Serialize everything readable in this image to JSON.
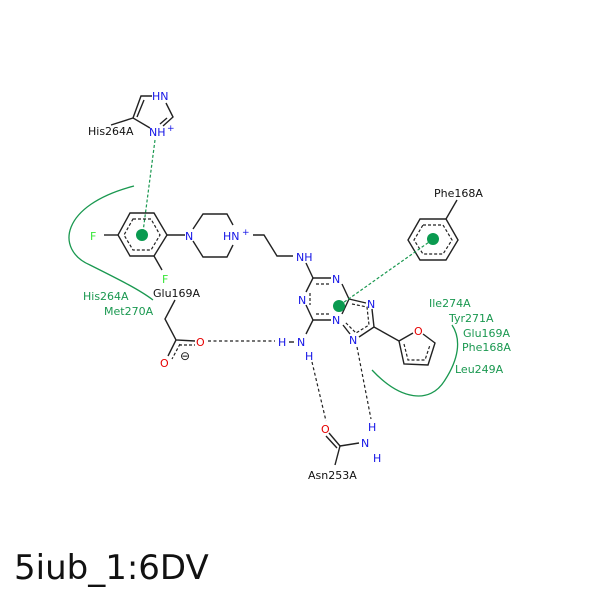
{
  "title": "5iub_1:6DV",
  "residues": {
    "his264_top": "His264A",
    "phe168_top": "Phe168A",
    "glu169": "Glu169A",
    "asn253": "Asn253A"
  },
  "hydrophobic_left": [
    "His264A",
    "Met270A"
  ],
  "hydrophobic_right": [
    "Ile274A",
    "Tyr271A",
    "Glu169A",
    "Phe168A",
    "Leu249A"
  ],
  "atoms": {
    "hn": "HN",
    "nh_plus": "NH",
    "plus": "+",
    "f": "F",
    "n": "N",
    "hn_plus": "HN",
    "nh": "NH",
    "h": "H",
    "o": "O",
    "minus": "⊖"
  },
  "colors": {
    "carbon": "#222222",
    "nitrogen": "#1414e6",
    "oxygen": "#e60000",
    "fluorine": "#39e639",
    "interaction": "#1a9850"
  }
}
